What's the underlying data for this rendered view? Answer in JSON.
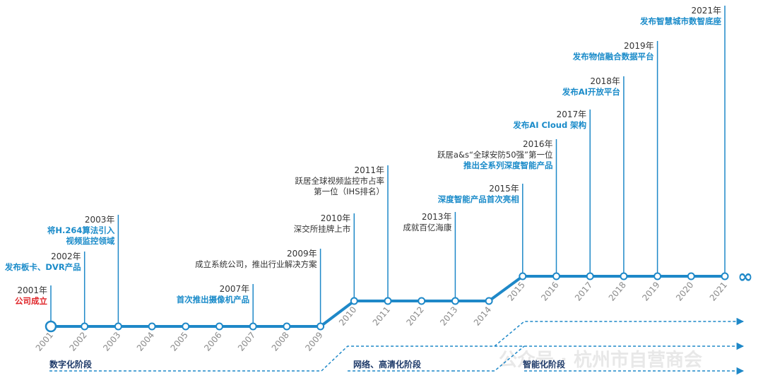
{
  "colors": {
    "line": "#1E88C8",
    "text": "#333333",
    "highlight": "#1A8BC9",
    "first": "#E0262A",
    "year_label": "#8A8A8A",
    "dashed": "#1E88C8",
    "watermark": "#E6E6E6"
  },
  "timeline": {
    "years": [
      "2001",
      "2002",
      "2003",
      "2004",
      "2005",
      "2006",
      "2007",
      "2008",
      "2009",
      "2010",
      "2011",
      "2012",
      "2013",
      "2014",
      "2015",
      "2016",
      "2017",
      "2018",
      "2019",
      "2020",
      "2021"
    ],
    "infinity": "∞"
  },
  "events": [
    {
      "year": "2001",
      "year_label": "2001年",
      "lines": [
        {
          "text": "公司成立",
          "style": "first"
        }
      ]
    },
    {
      "year": "2002",
      "year_label": "2002年",
      "lines": [
        {
          "text": "发布板卡、DVR产品",
          "style": "highlight"
        }
      ]
    },
    {
      "year": "2003",
      "year_label": "2003年",
      "lines": [
        {
          "text": "将H.264算法引入",
          "style": "highlight"
        },
        {
          "text": "视频监控领域",
          "style": "highlight"
        }
      ]
    },
    {
      "year": "2007",
      "year_label": "2007年",
      "lines": [
        {
          "text": "首次推出摄像机产品",
          "style": "highlight"
        }
      ]
    },
    {
      "year": "2009",
      "year_label": "2009年",
      "lines": [
        {
          "text": "成立系统公司，推出行业解决方案",
          "style": "normal"
        }
      ]
    },
    {
      "year": "2010",
      "year_label": "2010年",
      "lines": [
        {
          "text": "深交所挂牌上市",
          "style": "normal"
        }
      ]
    },
    {
      "year": "2011",
      "year_label": "2011年",
      "lines": [
        {
          "text": "跃居全球视频监控市占率",
          "style": "normal"
        },
        {
          "text": "第一位（IHS排名）",
          "style": "normal"
        }
      ]
    },
    {
      "year": "2013",
      "year_label": "2013年",
      "lines": [
        {
          "text": "成就百亿海康",
          "style": "normal"
        }
      ]
    },
    {
      "year": "2015",
      "year_label": "2015年",
      "lines": [
        {
          "text": "深度智能产品首次亮相",
          "style": "highlight"
        }
      ]
    },
    {
      "year": "2016",
      "year_label": "2016年",
      "lines": [
        {
          "text": "跃居a&s“全球安防50强”第一位",
          "style": "normal"
        },
        {
          "text": "推出全系列深度智能产品",
          "style": "highlight"
        }
      ]
    },
    {
      "year": "2017",
      "year_label": "2017年",
      "lines": [
        {
          "text": "发布AI Cloud 架构",
          "style": "highlight"
        }
      ]
    },
    {
      "year": "2018",
      "year_label": "2018年",
      "lines": [
        {
          "text": "发布AI开放平台",
          "style": "highlight"
        }
      ]
    },
    {
      "year": "2019",
      "year_label": "2019年",
      "lines": [
        {
          "text": "发布物信融合数据平台",
          "style": "highlight"
        }
      ]
    },
    {
      "year": "2021",
      "year_label": "2021年",
      "lines": [
        {
          "text": "发布智慧城市数智底座",
          "style": "highlight"
        }
      ]
    }
  ],
  "phases": [
    {
      "label": "数字化阶段"
    },
    {
      "label": "网络、高清化阶段"
    },
    {
      "label": "智能化阶段"
    }
  ],
  "watermark": "公众号 · 杭州市自营商会"
}
